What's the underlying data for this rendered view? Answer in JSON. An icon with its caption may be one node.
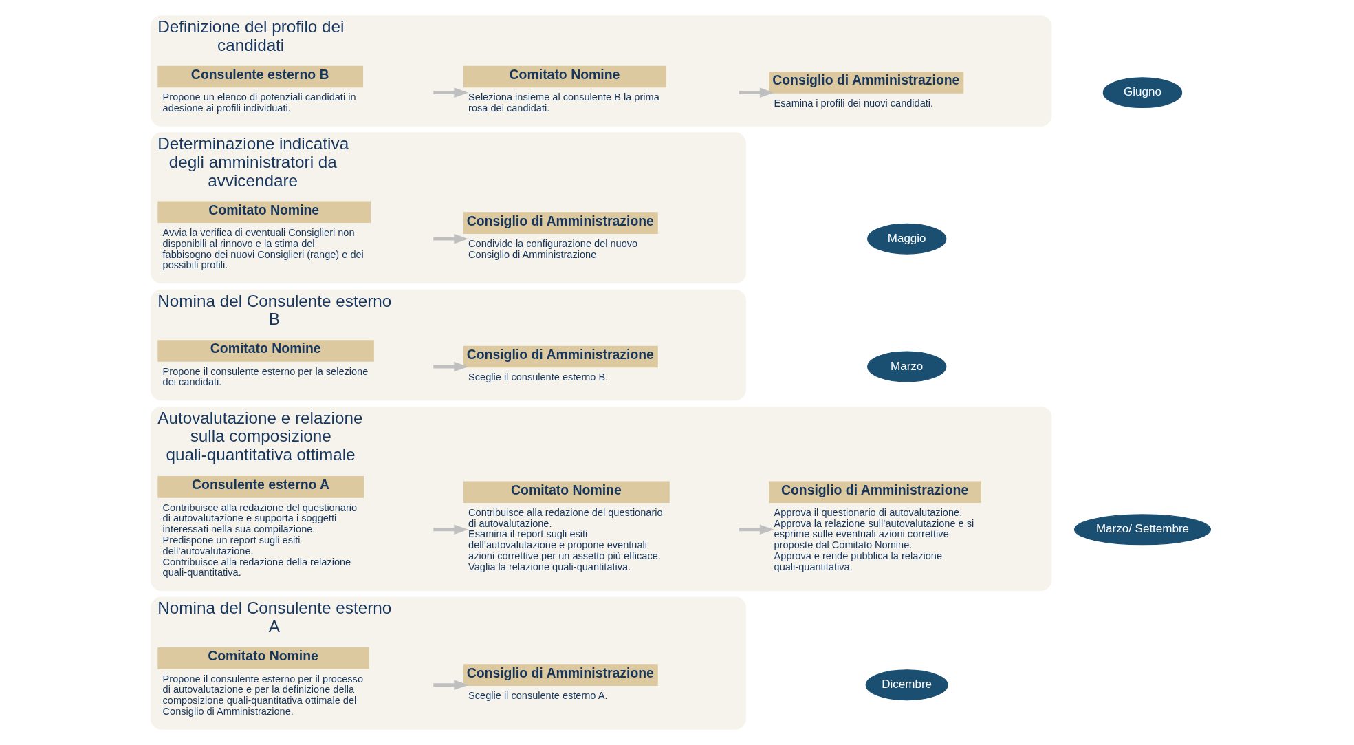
{
  "diagram": {
    "nodes": [
      {
        "text": [
          "Nomina del Consulente esterno A"
        ]
      },
      {
        "text": [
          "Comitato Nomine",
          "Propone il consulente esterno per il processo di autovalutazione e per la definizione della composizione quali-quantitativa ottimale del Consiglio di Amministrazione."
        ],
        "in": 0
      },
      {
        "text": [
          "Consiglio di Amministrazione",
          "Sceglie il consulente esterno A."
        ],
        "in": 0
      },
      {
        "text": [
          "Dicembre"
        ]
      },
      {
        "text": [
          "Autovalutazione e relazione sulla composizione quali-quantitativa ottimale"
        ]
      },
      {
        "text": [
          "Consulente esterno A",
          "Contribuisce alla redazione del questionario di autovalutazione e supporta i soggetti interessati nella sua compilazione.",
          "Predispone un report sugli esiti dell’autovalutazione.",
          "Contribuisce alla redazione della relazione quali-quantitativa."
        ],
        "in": 4
      },
      {
        "text": [
          "Comitato Nomine",
          "Contribuisce alla redazione del questionario di autovalutazione.",
          "Esamina il report sugli esiti dell’autovalutazione e propone eventuali azioni correttive per un assetto più efficace.",
          "Vaglia la relazione quali-quantitativa."
        ],
        "in": 4
      },
      {
        "text": [
          "Consiglio di Amministrazione",
          "Approva il questionario di autovalutazione.",
          "Approva la relazione sull’autovalutazione e si esprime sulle eventuali azioni correttive proposte dal Comitato Nomine.",
          "Approva e rende pubblica la relazione quali-quantitativa."
        ],
        "in": 4
      },
      {
        "text": [
          "Marzo/ Settembre"
        ]
      },
      {
        "text": [
          "Nomina del Consulente esterno B"
        ]
      },
      {
        "text": [
          "Comitato Nomine",
          "Propone il consulente esterno per la selezione dei candidati."
        ],
        "in": 9
      },
      {
        "text": [
          "Consiglio di Amministrazione",
          "Sceglie il consulente esterno B."
        ],
        "in": 9
      },
      {
        "text": [
          "Marzo"
        ]
      },
      {
        "text": [
          "Determinazione indicativa degli amministratori da avvicendare"
        ]
      },
      {
        "text": [
          "Comitato Nomine",
          "Avvia la verifica di eventuali Consiglieri non disponibili al rinnovo e la stima del fabbisogno dei nuovi Consiglieri (range) e dei possibili profili."
        ],
        "in": 13
      },
      {
        "text": [
          "Consiglio di Amministrazione",
          "Condivide la configurazione del nuovo Consiglio di Amministrazione"
        ],
        "in": 13
      },
      {
        "text": [
          "Maggio"
        ]
      },
      {
        "text": [
          "Definizione del profilo dei candidati"
        ]
      },
      {
        "text": [
          "Consulente esterno B",
          "Propone un elenco di potenziali candidati in adesione ai profili individuati."
        ],
        "in": 17
      },
      {
        "text": [
          "Comitato Nomine",
          "Seleziona insieme al consulente B la prima rosa dei candidati."
        ],
        "in": 17
      },
      {
        "text": [
          "Consiglio di Amministrazione",
          "Esamina i profili dei nuovi candidati."
        ],
        "in": 17
      },
      {
        "text": [
          "Giugno"
        ]
      }
    ],
    "edges": [
      {
        "from": 1,
        "to": 2,
        "arrow": "to"
      },
      {
        "from": 5,
        "to": 6,
        "arrow": "to"
      },
      {
        "from": 6,
        "to": 7,
        "arrow": "to"
      },
      {
        "from": 10,
        "to": 11,
        "arrow": "to"
      },
      {
        "from": 14,
        "to": 15,
        "arrow": "to"
      },
      {
        "from": 18,
        "to": 19,
        "arrow": "to"
      },
      {
        "from": 19,
        "to": 20,
        "arrow": "to"
      }
    ]
  }
}
